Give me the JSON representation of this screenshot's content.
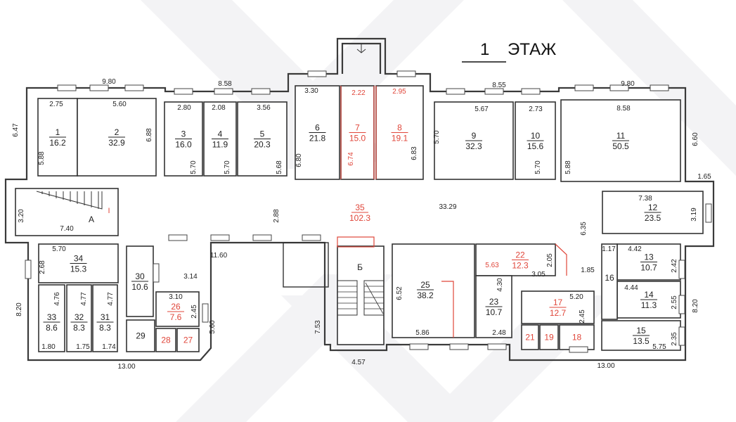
{
  "title": {
    "number": "1",
    "label": "ЭТАЖ"
  },
  "colors": {
    "red": "#e0463a",
    "line": "#333333"
  },
  "stairs": [
    {
      "label": "А"
    },
    {
      "label": "Б"
    },
    {
      "label": "I"
    }
  ],
  "rooms": [
    {
      "number": "1",
      "area": "16.2"
    },
    {
      "number": "2",
      "area": "32.9"
    },
    {
      "number": "3",
      "area": "16.0"
    },
    {
      "number": "4",
      "area": "11.9"
    },
    {
      "number": "5",
      "area": "20.3"
    },
    {
      "number": "6",
      "area": "21.8"
    },
    {
      "number": "7",
      "area": "15.0",
      "red": true
    },
    {
      "number": "8",
      "area": "19.1",
      "red": true
    },
    {
      "number": "9",
      "area": "32.3"
    },
    {
      "number": "10",
      "area": "15.6"
    },
    {
      "number": "11",
      "area": "50.5"
    },
    {
      "number": "12",
      "area": "23.5"
    },
    {
      "number": "13",
      "area": "10.7"
    },
    {
      "number": "14",
      "area": "11.3"
    },
    {
      "number": "15",
      "area": "13.5"
    },
    {
      "number": "16",
      "area": ""
    },
    {
      "number": "17",
      "area": "12.7",
      "red": true
    },
    {
      "number": "18",
      "area": "",
      "red": true
    },
    {
      "number": "19",
      "area": "",
      "red": true
    },
    {
      "number": "21",
      "area": "",
      "red": true
    },
    {
      "number": "22",
      "area": "12.3",
      "red": true
    },
    {
      "number": "23",
      "area": "10.7"
    },
    {
      "number": "25",
      "area": "38.2"
    },
    {
      "number": "26",
      "area": "7.6",
      "red": true
    },
    {
      "number": "27",
      "area": "",
      "red": true
    },
    {
      "number": "28",
      "area": "",
      "red": true
    },
    {
      "number": "29",
      "area": ""
    },
    {
      "number": "30",
      "area": "10.6"
    },
    {
      "number": "31",
      "area": "8.3"
    },
    {
      "number": "32",
      "area": "8.3"
    },
    {
      "number": "33",
      "area": "8.6"
    },
    {
      "number": "34",
      "area": "15.3"
    },
    {
      "number": "35",
      "area": "102.3",
      "red": true
    }
  ],
  "dimensions": [
    "9.80",
    "2.75",
    "5.60",
    "5.88",
    "6.88",
    "6.47",
    "8.58",
    "2.80",
    "2.08",
    "3.56",
    "5.70",
    "5.70",
    "5.68",
    "3.30",
    "2.22",
    "2.95",
    "6.80",
    "6.74",
    "6.83",
    "8.55",
    "5.67",
    "2.73",
    "5.70",
    "5.70",
    "9.80",
    "8.58",
    "5.88",
    "6.60",
    "1.65",
    "7.38",
    "3.19",
    "6.35",
    "2.88",
    "33.29",
    "7.40",
    "3.20",
    "5.70",
    "2.68",
    "8.20",
    "4.76",
    "4.77",
    "4.77",
    "1.80",
    "1.75",
    "1.74",
    "3.14",
    "11.60",
    "3.10",
    "2.45",
    "5.60",
    "13.00",
    "7.53",
    "4.57",
    "6.52",
    "5.86",
    "4.30",
    "2.48",
    "5.63",
    "3.05",
    "2.05",
    "1.85",
    "5.20",
    "2.45",
    "1.17",
    "4.42",
    "2.42",
    "4.44",
    "2.55",
    "5.75",
    "2.35",
    "8.20",
    "13.00"
  ]
}
